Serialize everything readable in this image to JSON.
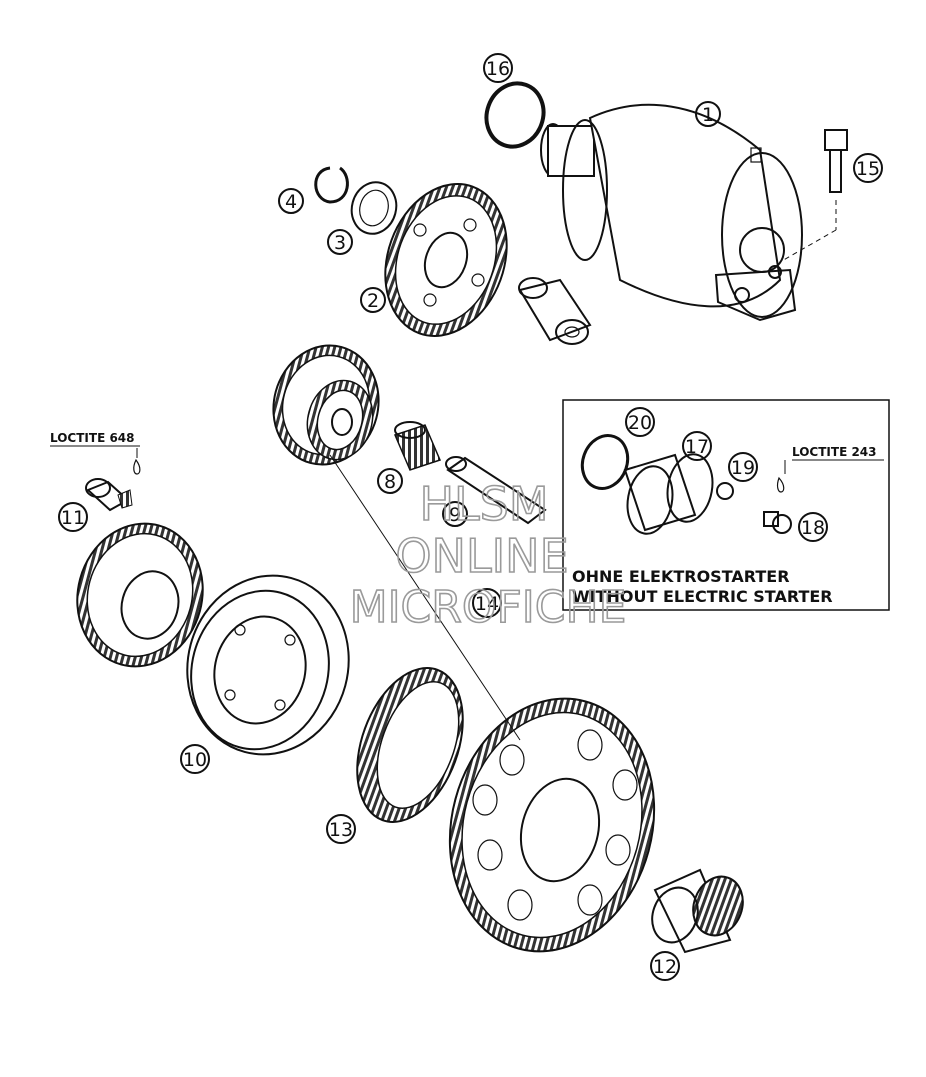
{
  "callouts": [
    "1",
    "2",
    "3",
    "4",
    "8",
    "9",
    "10",
    "11",
    "12",
    "13",
    "14",
    "15",
    "16",
    "17",
    "18",
    "19",
    "20"
  ],
  "loctite_left": "LOCTITE 648",
  "loctite_right": "LOCTITE 243",
  "inset": {
    "line1": "OHNE ELEKTROSTARTER",
    "line2": "WITHOUT ELECTRIC STARTER"
  },
  "watermark": {
    "line1": "HLSM",
    "line2": "ONLINE",
    "line3": "MICROFICHE"
  }
}
